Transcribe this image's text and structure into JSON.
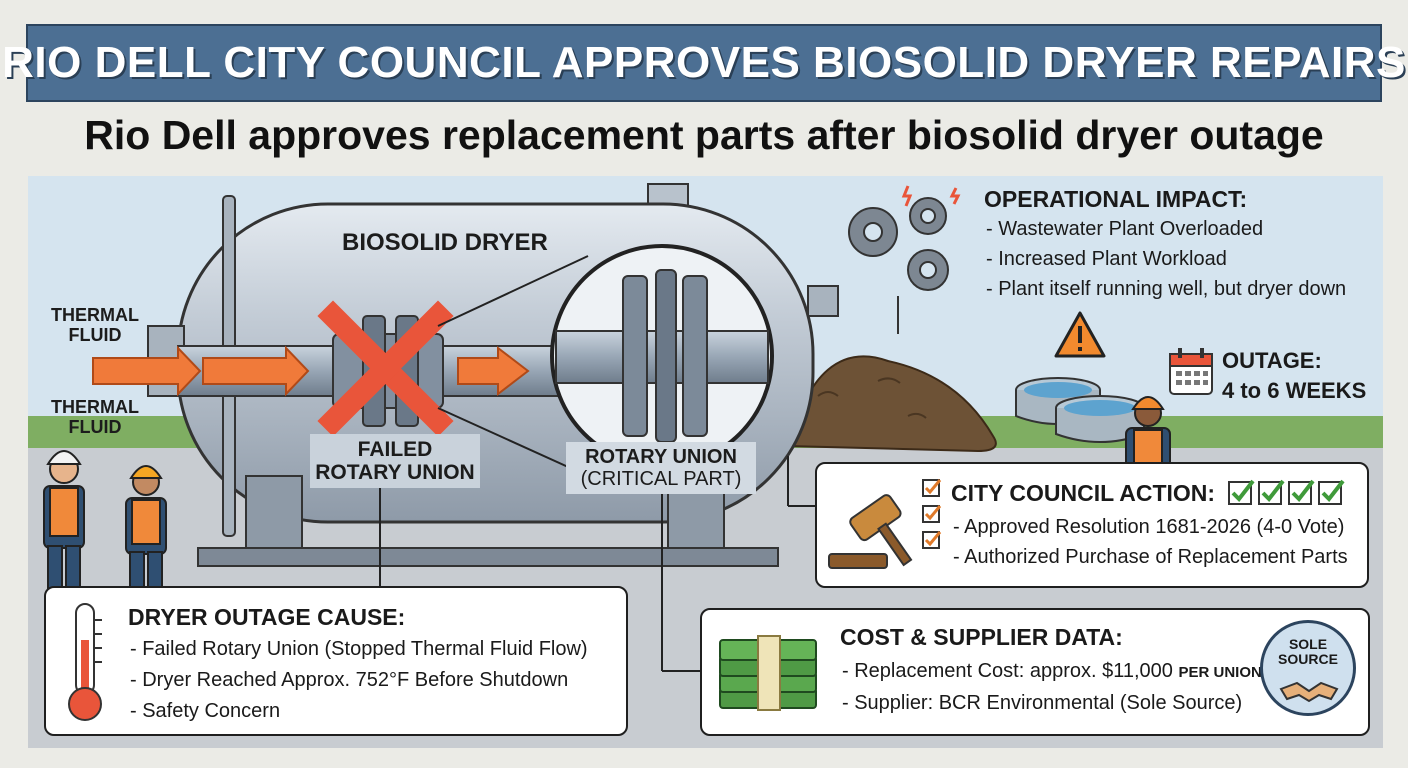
{
  "header": {
    "title": "RIO DELL CITY COUNCIL APPROVES BIOSOLID DRYER REPAIRS",
    "subtitle": "Rio Dell approves replacement parts after biosolid dryer outage"
  },
  "diagram": {
    "dryer_label": "BIOSOLID DRYER",
    "thermal_fluid_label_1": "THERMAL FLUID",
    "thermal_fluid_label_2": "THERMAL FLUID",
    "failed_union_label": "FAILED ROTARY UNION",
    "rotary_union_label": "ROTARY UNION",
    "rotary_union_sublabel": "(CRITICAL PART)"
  },
  "impact": {
    "title": "OPERATIONAL IMPACT:",
    "items": [
      "- Wastewater Plant Overloaded",
      "- Increased Plant Workload",
      "- Plant itself running well, but dryer down"
    ]
  },
  "outage": {
    "title": "OUTAGE:",
    "value": "4 to 6 WEEKS"
  },
  "council": {
    "title": "CITY COUNCIL ACTION:",
    "items": [
      "- Approved Resolution 1681-2026 (4-0 Vote)",
      "- Authorized Purchase of Replacement Parts"
    ]
  },
  "cause": {
    "title": "DRYER OUTAGE CAUSE:",
    "items": [
      "- Failed Rotary Union (Stopped Thermal Fluid Flow)",
      "- Dryer Reached Approx. 752°F Before Shutdown",
      "- Safety Concern"
    ]
  },
  "cost": {
    "title": "COST & SUPPLIER DATA:",
    "line1_main": "- Replacement Cost: approx. $11,000",
    "line1_suffix": "PER UNION",
    "line2": "- Supplier: BCR Environmental (Sole Source)",
    "badge_line1": "SOLE",
    "badge_line2": "SOURCE"
  },
  "colors": {
    "banner": "#4c6f93",
    "arrow": "#f07a3a",
    "cross": "#e9553a",
    "grass": "#7fae62",
    "sky": "#d5e4ef"
  },
  "icons": [
    "gear-icon",
    "warning-icon",
    "calendar-icon",
    "gavel-icon",
    "checkbox-icon",
    "thermometer-icon",
    "money-icon",
    "handshake-icon"
  ]
}
